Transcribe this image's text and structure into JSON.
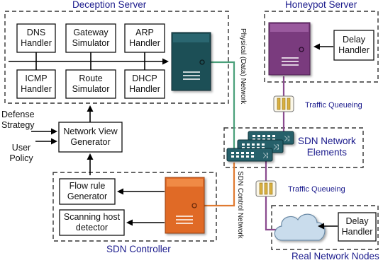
{
  "groups": {
    "deception_server": "Deception Server",
    "honeypot_server": "Honeypot Server",
    "sdn_network_elements": [
      "SDN Network",
      "Elements"
    ],
    "sdn_controller": "SDN Controller",
    "real_network_nodes": "Real Network Nodes"
  },
  "deception_boxes": {
    "dns": [
      "DNS",
      "Handler"
    ],
    "gateway": [
      "Gateway",
      "Simulator"
    ],
    "arp": [
      "ARP",
      "Handler"
    ],
    "icmp": [
      "ICMP",
      "Handler"
    ],
    "route": [
      "Route",
      "Simulator"
    ],
    "dhcp": [
      "DHCP",
      "Handler"
    ]
  },
  "network_view": [
    "Network View",
    "Generator"
  ],
  "defense_strategy": [
    "Defense",
    "Strategy"
  ],
  "user_policy": [
    "User",
    "Policy"
  ],
  "controller_boxes": {
    "flow_rule": [
      "Flow rule",
      "Generator"
    ],
    "scanning": [
      "Scanning host",
      "detector"
    ]
  },
  "delay_handler_top": [
    "Delay",
    "Handler"
  ],
  "delay_handler_bottom": [
    "Delay",
    "Handler"
  ],
  "traffic_queueing_top": "Traffic Queueing",
  "traffic_queueing_bottom": "Traffic Queueing",
  "physical_network": "Physical (Data) Network",
  "control_network": "SDN Control Network",
  "colors": {
    "server_teal": "#1f4f57",
    "honeypot_purple": "#7a3a7e",
    "controller_orange": "#e06a25",
    "switch_teal": "#25606a",
    "link_green": "#4aa07a",
    "link_purple": "#8a4a8e",
    "link_orange": "#e07a30",
    "cloud_blue": "#c9dcec"
  }
}
